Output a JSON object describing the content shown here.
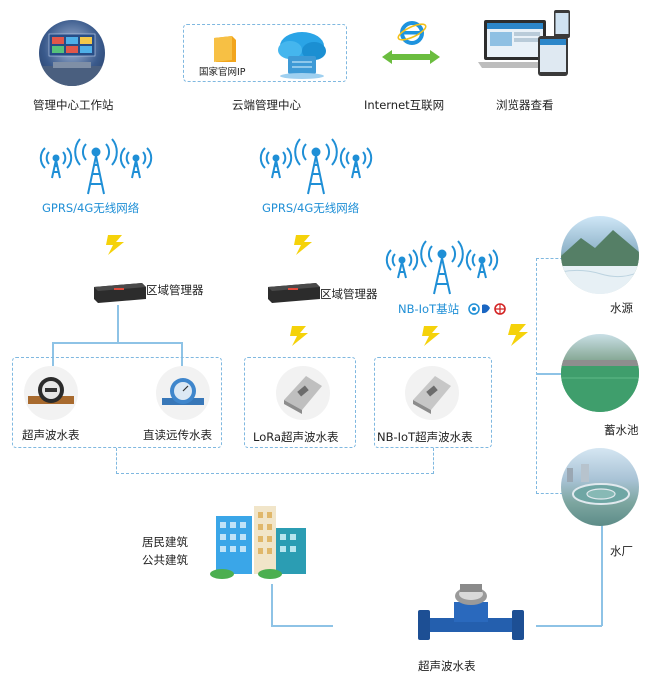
{
  "top": {
    "workstation": "管理中心工作站",
    "national_ip": "国家官网IP",
    "cloud_center": "云端管理中心",
    "internet": "Internet互联网",
    "browser": "浏览器查看"
  },
  "networks": {
    "gprs_left": "GPRS/4G无线网络",
    "gprs_mid": "GPRS/4G无线网络",
    "nbiot": "NB-IoT基站"
  },
  "managers": {
    "left": "区域管理器",
    "mid": "区域管理器"
  },
  "meters": {
    "ultrasonic": "超声波水表",
    "direct_read": "直读远传水表",
    "lora": "LoRa超声波水表",
    "nbiot": "NB-IoT超声波水表",
    "bottom": "超声波水表"
  },
  "sources": {
    "water_source": "水源",
    "reservoir": "蓄水池",
    "water_plant": "水厂"
  },
  "buildings": {
    "line1": "居民建筑",
    "line2": "公共建筑"
  },
  "colors": {
    "accent": "#1f8fd6",
    "line": "#8ec3e6",
    "lightning": "#f5d20a"
  }
}
